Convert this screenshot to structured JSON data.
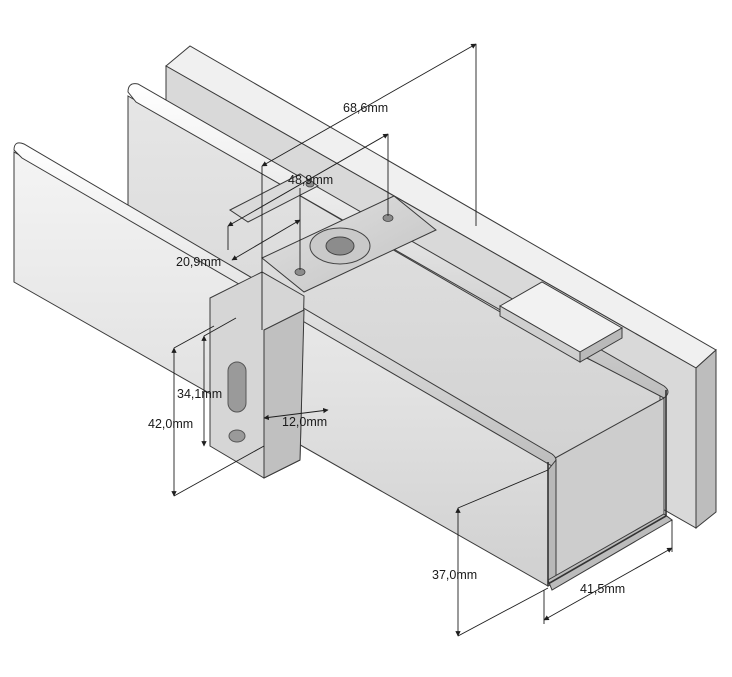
{
  "dimensions": {
    "d686": "68,6mm",
    "d489": "48,9mm",
    "d209": "20,9mm",
    "d341": "34,1mm",
    "d420": "42,0mm",
    "d120": "12,0mm",
    "d370": "37,0mm",
    "d415": "41,5mm"
  },
  "colors": {
    "background": "#ffffff",
    "channel_light": "#ececec",
    "channel_mid": "#dcdcdc",
    "channel_dark": "#c4c4c4",
    "bracket": "#d4d4d4",
    "dimension_line": "#1e1e1e"
  }
}
